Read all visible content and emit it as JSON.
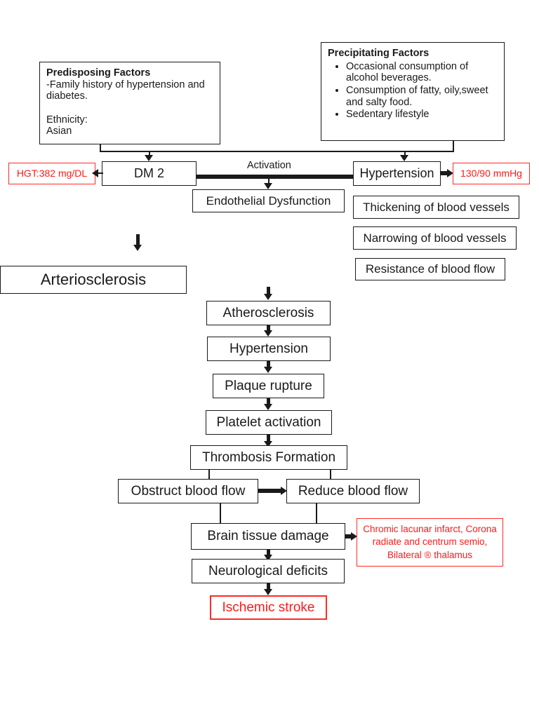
{
  "diagram": {
    "title": "Ischemic Stroke Pathophysiology Flowchart",
    "colors": {
      "stroke": "#1a1a1a",
      "background": "#ffffff",
      "highlight_red": "#ff1a1a",
      "highlight_red_border": "#ff2a2a"
    }
  },
  "notes": {
    "predisposing": {
      "title": "Predisposing Factors",
      "body": "-Family history of hypertension and diabetes.\n\nEthnicity:\nAsian"
    },
    "precipitating": {
      "title": "Precipitating Factors",
      "bullets": [
        "Occasional consumption of alcohol beverages.",
        "Consumption of fatty, oily,sweet and salty food.",
        "Sedentary lifestyle"
      ]
    }
  },
  "labels": {
    "activation": "Activation"
  },
  "nodes": {
    "hgt": "HGT:382 mg/DL",
    "dm2": "DM 2",
    "hypertension_top": "Hypertension",
    "bp": "130/90 mmHg",
    "endothelial_dysfunction": "Endothelial Dysfunction",
    "thickening": "Thickening of blood vessels",
    "narrowing": "Narrowing of blood vessels",
    "resistance": "Resistance of blood flow",
    "arteriosclerosis": "Arteriosclerosis",
    "atherosclerosis": "Atherosclerosis",
    "hypertension_chain": "Hypertension",
    "plaque_rupture": "Plaque rupture",
    "platelet_activation": "Platelet activation",
    "thrombosis_formation": "Thrombosis Formation",
    "obstruct_blood_flow": "Obstruct blood flow",
    "reduce_blood_flow": "Reduce blood flow",
    "brain_tissue_damage": "Brain tissue damage",
    "imaging_findings": "Chromic lacunar infarct, Corona radiate and centrum semio, Bilateral ® thalamus",
    "neurological_deficits": "Neurological deficits",
    "ischemic_stroke": "Ischemic stroke"
  }
}
